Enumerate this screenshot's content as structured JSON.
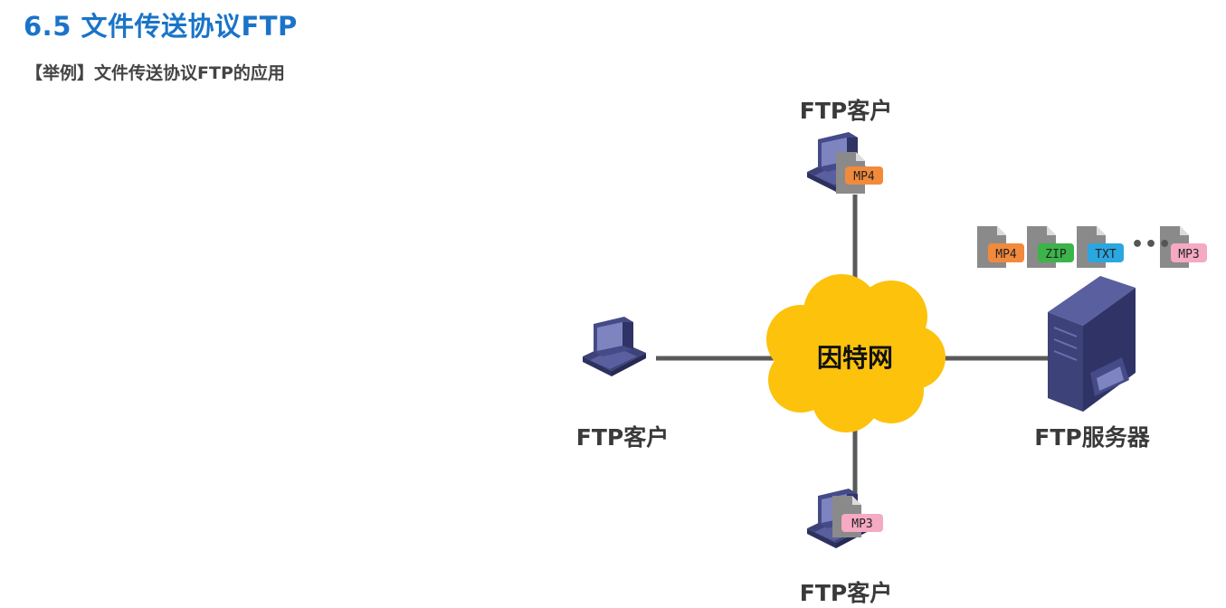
{
  "header": {
    "title": "6.5 文件传送协议FTP",
    "subtitle": "【举例】文件传送协议FTP的应用"
  },
  "diagram": {
    "center": {
      "label": "因特网"
    },
    "nodes": {
      "client_top": {
        "label": "FTP客户",
        "file": "MP4"
      },
      "client_left": {
        "label": "FTP客户"
      },
      "client_bottom": {
        "label": "FTP客户",
        "file": "MP3"
      },
      "server": {
        "label": "FTP服务器"
      }
    },
    "server_files": [
      "MP4",
      "ZIP",
      "TXT",
      "MP3"
    ],
    "ellipsis": "•••",
    "colors": {
      "mp4": "#f28a3c",
      "zip": "#3bb44a",
      "txt": "#2aa7e0",
      "mp3": "#f5a9c3",
      "cloud": "#fcc20c",
      "title": "#1a74c8",
      "link": "#5a5a5a",
      "device": "#4a4f8a"
    }
  }
}
